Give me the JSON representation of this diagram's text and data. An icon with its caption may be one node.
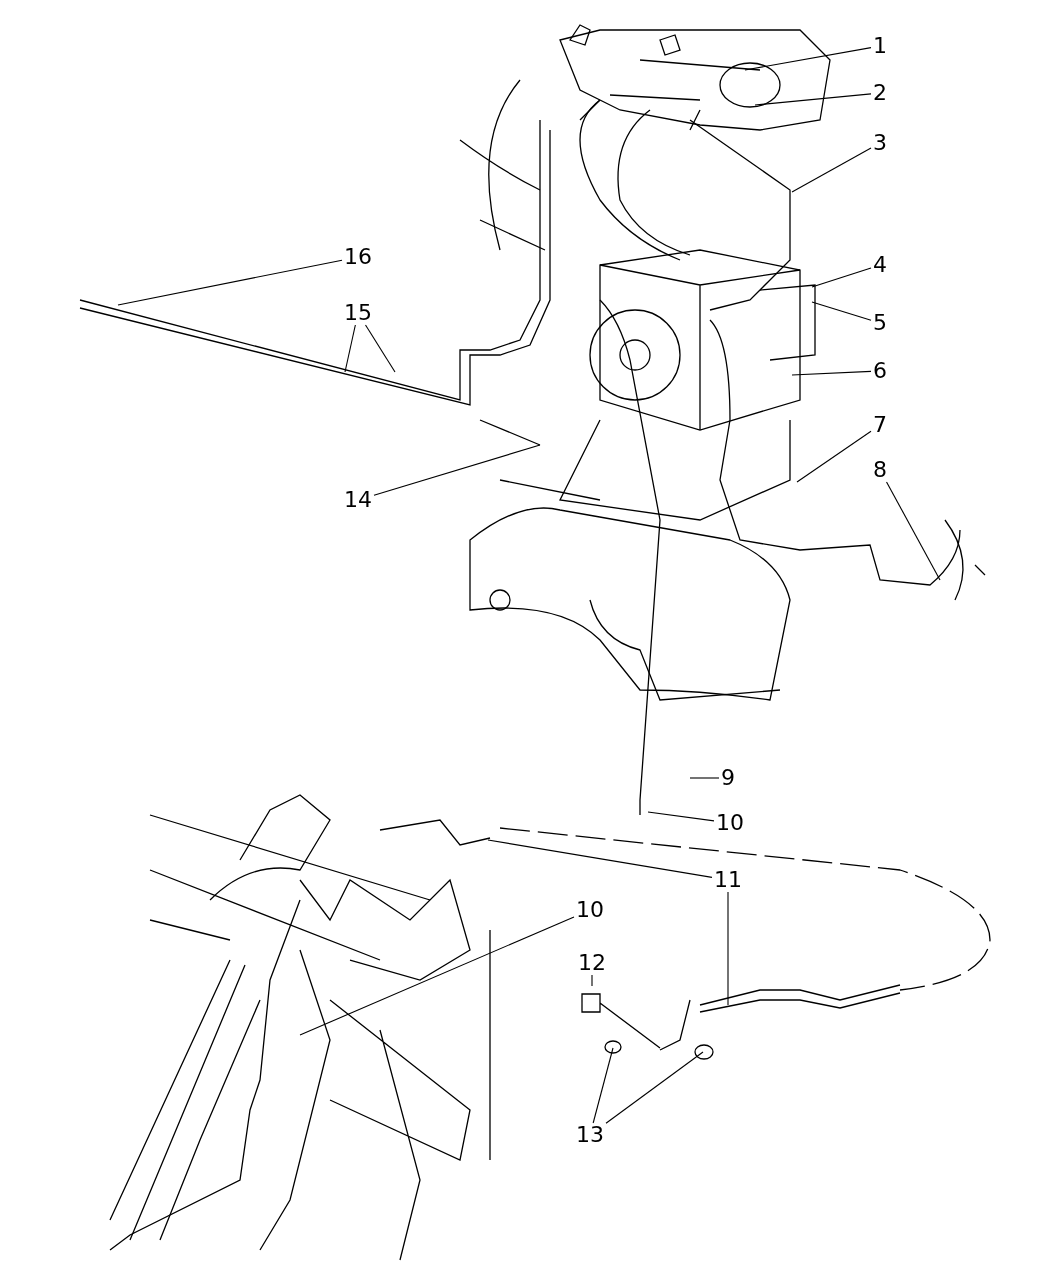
{
  "diagram": {
    "nodes": [
      {
        "text": [
          "1"
        ]
      },
      {
        "text": [
          "2"
        ]
      },
      {
        "text": [
          "3"
        ]
      },
      {
        "text": [
          "4"
        ]
      },
      {
        "text": [
          "5"
        ]
      },
      {
        "text": [
          "6"
        ]
      },
      {
        "text": [
          "7"
        ]
      },
      {
        "text": [
          "8"
        ]
      },
      {
        "text": [
          "9"
        ]
      },
      {
        "text": [
          "10"
        ]
      },
      {
        "text": [
          "11"
        ]
      },
      {
        "text": [
          "10"
        ]
      },
      {
        "text": [
          "12"
        ]
      },
      {
        "text": [
          "13"
        ]
      },
      {
        "text": [
          "14"
        ]
      },
      {
        "text": [
          "15"
        ]
      },
      {
        "text": [
          "16"
        ]
      }
    ],
    "edges": [
      {
        "from": 0,
        "to": null,
        "arrow": "none"
      },
      {
        "from": 1,
        "to": null,
        "arrow": "none"
      },
      {
        "from": 2,
        "to": null,
        "arrow": "none"
      },
      {
        "from": 3,
        "to": null,
        "arrow": "none"
      },
      {
        "from": 4,
        "to": null,
        "arrow": "none"
      },
      {
        "from": 5,
        "to": null,
        "arrow": "none"
      },
      {
        "from": 6,
        "to": null,
        "arrow": "none"
      },
      {
        "from": 7,
        "to": null,
        "arrow": "none"
      },
      {
        "from": 8,
        "to": null,
        "arrow": "none"
      },
      {
        "from": 9,
        "to": null,
        "arrow": "none"
      },
      {
        "from": 10,
        "to": null,
        "arrow": "none"
      },
      {
        "from": 10,
        "to": null,
        "arrow": "none"
      },
      {
        "from": 11,
        "to": null,
        "arrow": "none"
      },
      {
        "from": 12,
        "to": null,
        "arrow": "none"
      },
      {
        "from": 13,
        "to": null,
        "arrow": "none"
      },
      {
        "from": 13,
        "to": null,
        "arrow": "none"
      },
      {
        "from": 14,
        "to": null,
        "arrow": "none"
      },
      {
        "from": 15,
        "to": null,
        "arrow": "none"
      },
      {
        "from": 15,
        "to": null,
        "arrow": "none"
      },
      {
        "from": 16,
        "to": null,
        "arrow": "none"
      }
    ]
  }
}
